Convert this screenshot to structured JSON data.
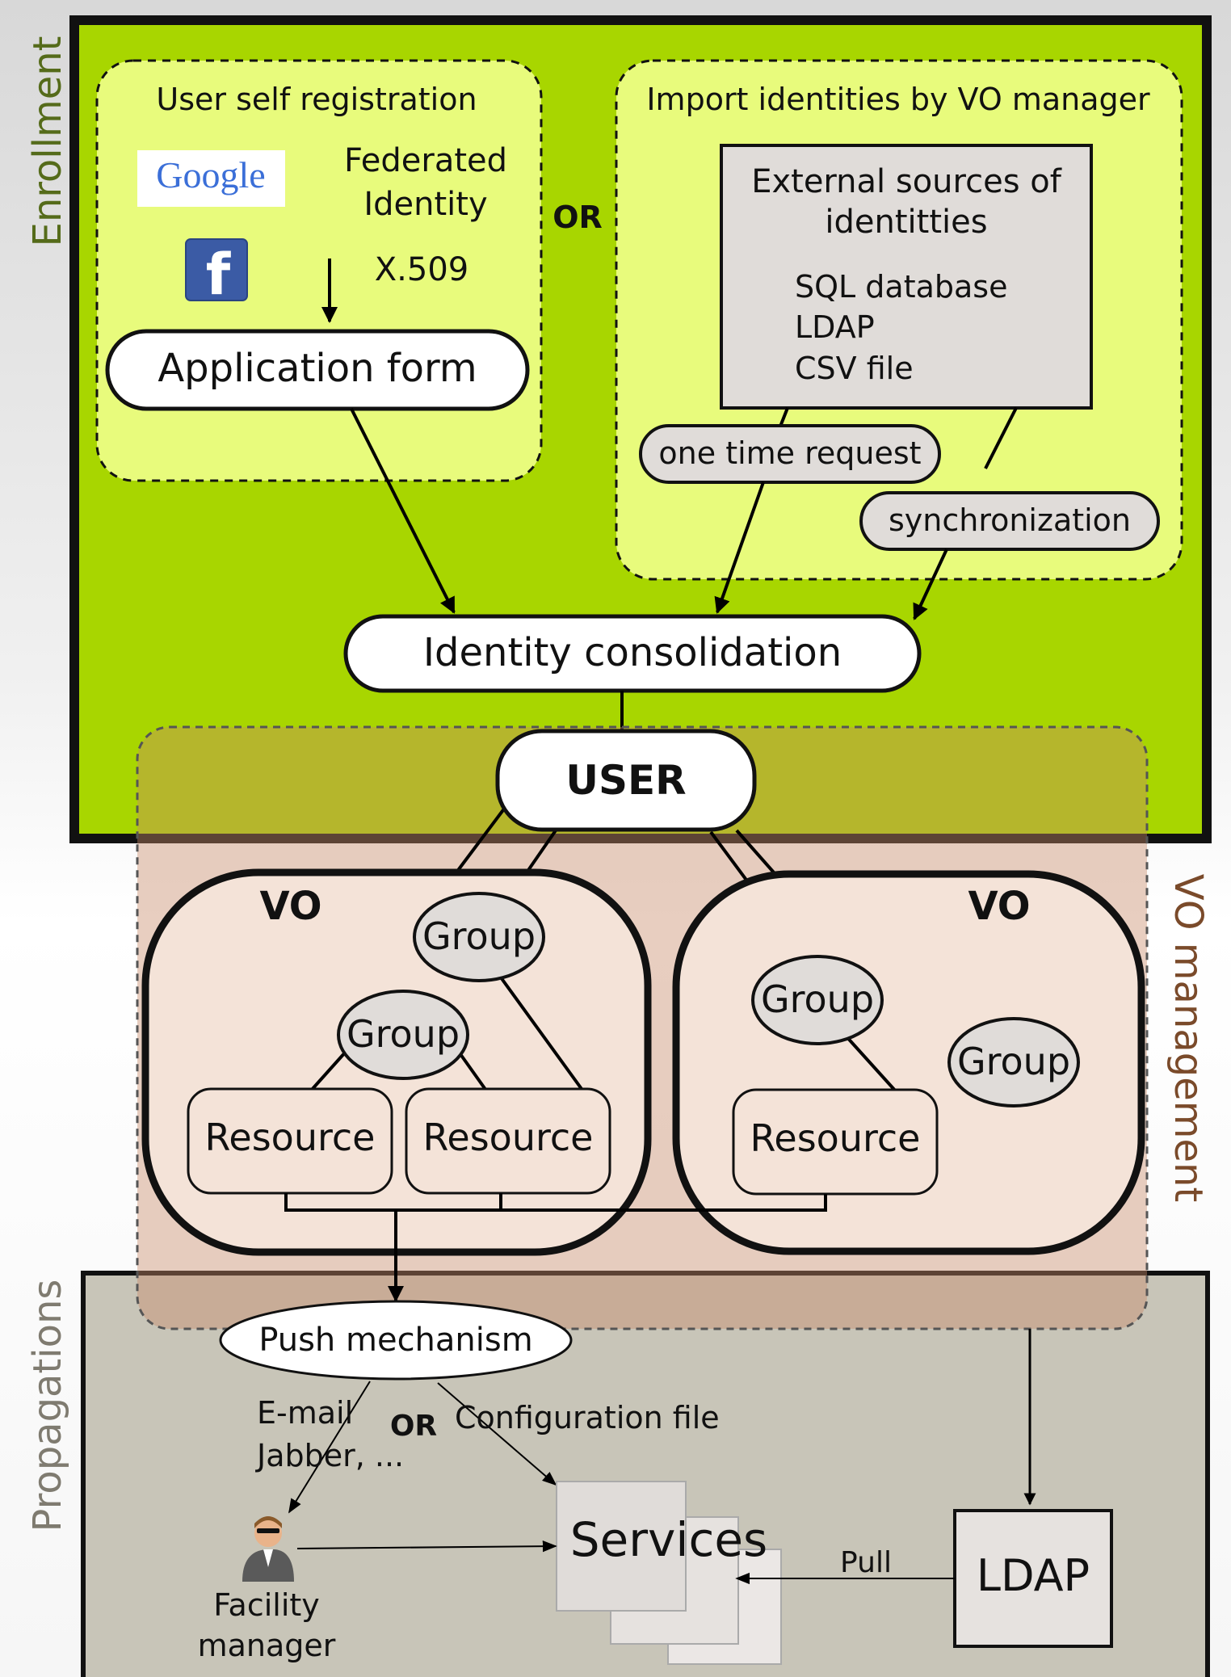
{
  "sections": {
    "enrollment": "Enrollment",
    "vo_management": "VO management",
    "propagations": "Propagations"
  },
  "self_registration": {
    "title": "User self registration",
    "google_logo": "Google",
    "facebook_logo": "f",
    "federated_line1": "Federated",
    "federated_line2": "Identity",
    "x509": "X.509",
    "application_form": "Application form"
  },
  "or_top": "OR",
  "import": {
    "title": "Import identities by VO manager",
    "external_line1": "External sources of",
    "external_line2": "identitties",
    "source_sql": "SQL database",
    "source_ldap": "LDAP",
    "source_csv": "CSV file",
    "one_time": "one time request",
    "synchronization": "synchronization"
  },
  "identity_consolidation": "Identity consolidation",
  "user": "USER",
  "vo_left": {
    "label": "VO",
    "group_top": "Group",
    "group_mid": "Group",
    "resource_1": "Resource",
    "resource_2": "Resource"
  },
  "vo_right": {
    "label": "VO",
    "group_1": "Group",
    "group_2": "Group",
    "resource_1": "Resource"
  },
  "propagation": {
    "push": "Push mechanism",
    "email_line1": "E-mail",
    "email_line2": "Jabber, ...",
    "or": "OR",
    "config_file": "Configuration file",
    "services": "Services",
    "pull": "Pull",
    "ldap": "LDAP",
    "facility_line1": "Facility",
    "facility_line2": "manager"
  },
  "colors": {
    "enrollment_bg": "#a8d600",
    "dashed_box_bg": "#e8fb7c",
    "vo_overlay": "#c88a6a",
    "propagation_bg": "#c8c5b8",
    "node_gray": "#e0dcd9",
    "vo_bg": "#f4e3d8",
    "side_enrollment": "#556b1a",
    "side_vo": "#7a4a2a",
    "side_propagation": "#7f7b70"
  }
}
